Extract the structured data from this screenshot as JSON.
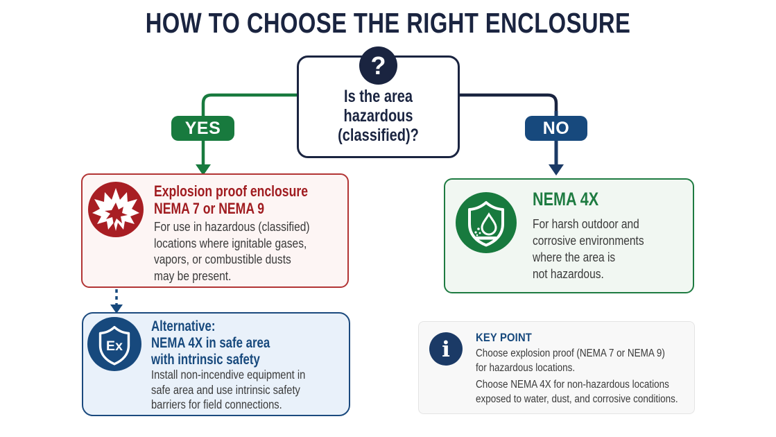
{
  "title": "HOW TO CHOOSE THE RIGHT ENCLOSURE",
  "question_box": {
    "icon_glyph": "?",
    "text": "Is the area\nhazardous\n(classified)?"
  },
  "branches": {
    "yes": "YES",
    "no": "NO"
  },
  "explosion_box": {
    "title": "Explosion proof enclosure\nNEMA 7 or NEMA 9",
    "body": "For use in hazardous (classified)\nlocations where ignitable gases,\nvapors, or combustible dusts\nmay be present.",
    "icon": "explosion-icon"
  },
  "alternative_box": {
    "title": "Alternative:\nNEMA 4X in safe area\nwith intrinsic safety",
    "body": "Install non-incendive equipment in\nsafe area and use intrinsic safety\nbarriers for field connections.",
    "icon": "ex-shield-icon",
    "icon_text": "Ex"
  },
  "nema4x_box": {
    "title": "NEMA 4X",
    "body": "For harsh outdoor and\ncorrosive environments\nwhere the area is\nnot hazardous.",
    "icon": "water-shield-icon"
  },
  "key_point_box": {
    "title": "KEY POINT",
    "icon_glyph": "i",
    "icon": "info-icon",
    "point1": "Choose explosion proof (NEMA 7 or NEMA 9)\nfor hazardous locations.",
    "point2": "Choose NEMA 4X for non-hazardous locations\nexposed to water, dust, and corrosive conditions."
  },
  "colors": {
    "navy_dark": "#1a2440",
    "navy_mid": "#17497d",
    "navy_arrow": "#1b3a66",
    "green": "#187a3e",
    "green_border": "#1e7b41",
    "red_icon": "#a81e23",
    "red_heading": "#a01c20",
    "red_border": "#b23434",
    "body_text": "#3a3a3a"
  }
}
